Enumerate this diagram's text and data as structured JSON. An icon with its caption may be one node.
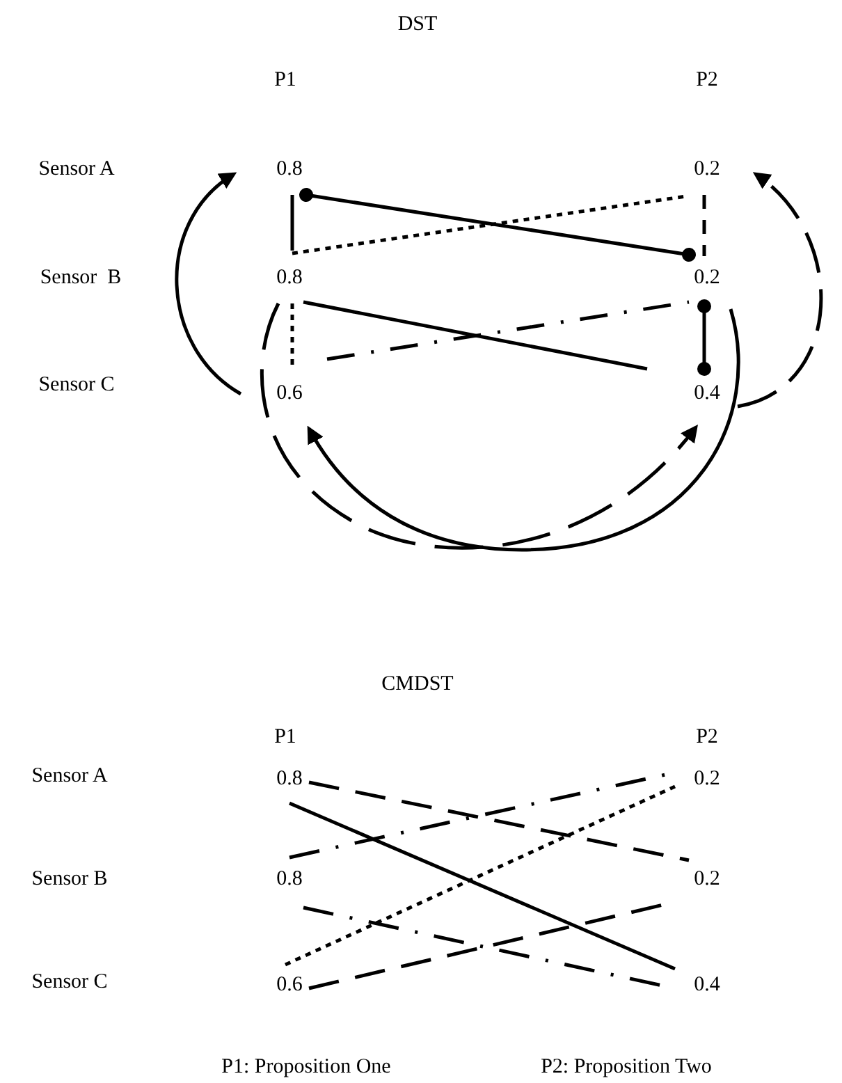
{
  "diagram": {
    "nodes": [
      {
        "text": [
          "0.8"
        ]
      },
      {
        "text": [
          "0.2"
        ]
      },
      {
        "text": [
          "0.8"
        ]
      },
      {
        "text": [
          "0.2"
        ]
      },
      {
        "text": [
          "0.6"
        ]
      },
      {
        "text": [
          "0.4"
        ]
      },
      {
        "text": [
          "0.8"
        ]
      },
      {
        "text": [
          "0.2"
        ]
      },
      {
        "text": [
          "0.8"
        ]
      },
      {
        "text": [
          "0.2"
        ]
      },
      {
        "text": [
          "0.6"
        ]
      },
      {
        "text": [
          "0.4"
        ]
      }
    ],
    "edges": [
      {
        "from": 0,
        "to": 2,
        "arrow": "none"
      },
      {
        "from": 0,
        "to": 3,
        "arrow": "other"
      },
      {
        "from": 2,
        "to": 1,
        "arrow": "none",
        "style": "dashed"
      },
      {
        "from": 1,
        "to": 3,
        "arrow": "none",
        "style": "dashed"
      },
      {
        "from": 2,
        "to": 5,
        "arrow": "none"
      },
      {
        "from": 2,
        "to": 4,
        "arrow": "none",
        "style": "dashed"
      },
      {
        "from": 4,
        "to": 3,
        "arrow": "none",
        "style": "dashed"
      },
      {
        "from": 3,
        "to": 5,
        "arrow": "other"
      },
      {
        "from": 4,
        "to": 0,
        "arrow": "to"
      },
      {
        "from": 5,
        "to": 1,
        "arrow": "to",
        "style": "dashed"
      },
      {
        "from": 3,
        "to": 4,
        "arrow": "to"
      },
      {
        "from": 2,
        "to": 5,
        "arrow": "to",
        "style": "dashed"
      },
      {
        "from": 6,
        "to": 9,
        "arrow": "none",
        "style": "dashed"
      },
      {
        "from": 6,
        "to": 11,
        "arrow": "none"
      },
      {
        "from": 8,
        "to": 7,
        "arrow": "none",
        "style": "dashed"
      },
      {
        "from": 10,
        "to": 7,
        "arrow": "none",
        "style": "dashed"
      },
      {
        "from": 8,
        "to": 11,
        "arrow": "none",
        "style": "dashed"
      },
      {
        "from": 10,
        "to": 9,
        "arrow": "none",
        "style": "dashed"
      }
    ],
    "labels": [
      "DST",
      "P1",
      "P2",
      "Sensor A",
      "Sensor  B",
      "Sensor C",
      "CMDST",
      "P1",
      "P2",
      "Sensor A",
      "Sensor B",
      "Sensor C",
      "P1: Proposition One",
      "P2: Proposition Two"
    ]
  }
}
